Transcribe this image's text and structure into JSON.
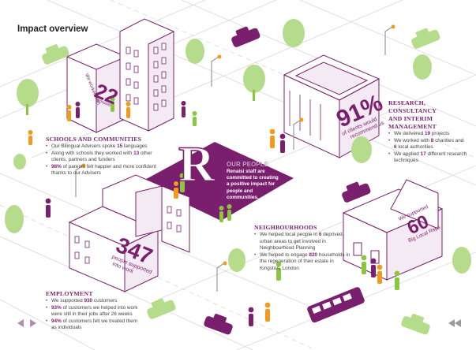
{
  "page": {
    "title": "Impact overview"
  },
  "stats": {
    "schools": {
      "line1": "We worked with",
      "number": "22",
      "line2": "schools"
    },
    "clients": {
      "number": "91%",
      "line1": "of clients would",
      "line2": "recommend us"
    },
    "employment": {
      "number": "347",
      "line1": "people supported",
      "line2": "into work"
    },
    "reps": {
      "line1": "We supported",
      "number": "60",
      "line2": "Big Local Reps"
    }
  },
  "sections": {
    "schools": {
      "heading": "SCHOOLS AND COMMUNITIES",
      "items": [
        {
          "pre": "Our Bilingual Advisers spoke ",
          "value": "15",
          "post": " languages"
        },
        {
          "pre": "Along with schools they worked with ",
          "value": "13",
          "post": " other clients, partners and funders"
        },
        {
          "pre": "",
          "value": "98%",
          "post": " of parents felt happier and more confident thanks to our Advisers"
        }
      ]
    },
    "research": {
      "heading_line1": "RESEARCH,",
      "heading_line2": "CONSULTANCY",
      "heading_line3": "AND INTERIM",
      "heading_line4": "MANAGEMENT",
      "items": [
        {
          "pre": "We delivered ",
          "value": "19",
          "post": " projects"
        },
        {
          "pre": "We worked with ",
          "value": "8",
          "mid": " charities and ",
          "value2": "6",
          "post": " local authorities"
        },
        {
          "pre": "We applied ",
          "value": "17",
          "post": " different research techniques"
        }
      ]
    },
    "people": {
      "heading": "OUR PEOPLE",
      "body": "Renaisi staff are committed to creating a positive impact for people and communities."
    },
    "neighbourhoods": {
      "heading": "NEIGHBOURHOODS",
      "items": [
        {
          "pre": "We helped local people in ",
          "value": "6",
          "post": " deprived, urban areas to get involved in Neighbourhood Planning"
        },
        {
          "pre": "We helped to engage ",
          "value": "820",
          "post": " households in the regeneration of their estate in Kingston, London"
        }
      ]
    },
    "employment": {
      "heading": "EMPLOYMENT",
      "items": [
        {
          "pre": "We supported ",
          "value": "930",
          "post": " customers"
        },
        {
          "pre": "",
          "value": "93%",
          "post": " of customers we helped into work were still in their jobs after 26 weeks"
        },
        {
          "pre": "",
          "value": "94%",
          "post": " of customers felt we treated them as individuals"
        }
      ]
    }
  },
  "logo": {
    "letter": "R"
  },
  "nav": {
    "prev": "previous-page",
    "next": "next-page",
    "first": "first-page"
  },
  "colors": {
    "purple": "#7a1f6e",
    "purple_light": "#a04b93",
    "green": "#8cc63e",
    "green_light": "#b5dc8a",
    "orange": "#f29a1e",
    "road_line": "#cfcfcf",
    "building_stroke": "#7a1f6e"
  }
}
